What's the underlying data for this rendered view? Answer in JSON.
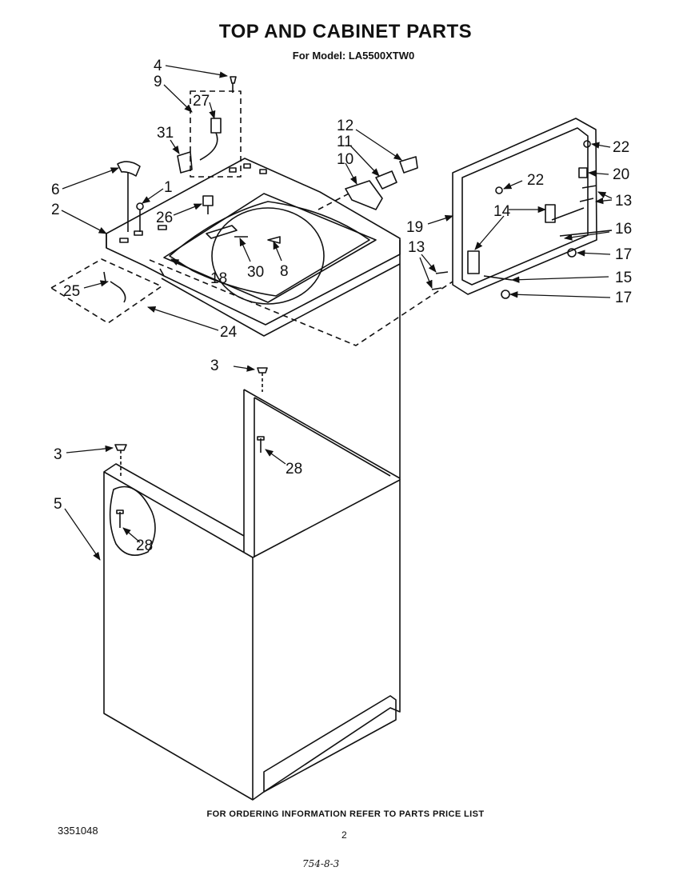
{
  "header": {
    "title": "TOP AND CABINET PARTS",
    "subtitle": "For Model: LA5500XTW0"
  },
  "callouts": {
    "c4": "4",
    "c9": "9",
    "c27": "27",
    "c31": "31",
    "c6": "6",
    "c1": "1",
    "c2": "2",
    "c26": "26",
    "c12": "12",
    "c11": "11",
    "c10": "10",
    "c22a": "22",
    "c22b": "22",
    "c20": "20",
    "c13a": "13",
    "c13b": "13",
    "c14": "14",
    "c19": "19",
    "c16": "16",
    "c17a": "17",
    "c17b": "17",
    "c15": "15",
    "c30": "30",
    "c8": "8",
    "c18": "18",
    "c25": "25",
    "c24": "24",
    "c3a": "3",
    "c3b": "3",
    "c28a": "28",
    "c28b": "28",
    "c5": "5"
  },
  "footer": {
    "note": "FOR ORDERING INFORMATION REFER TO PARTS PRICE LIST",
    "doc_number": "3351048",
    "page_number": "2",
    "handwritten": "754-8-3"
  }
}
